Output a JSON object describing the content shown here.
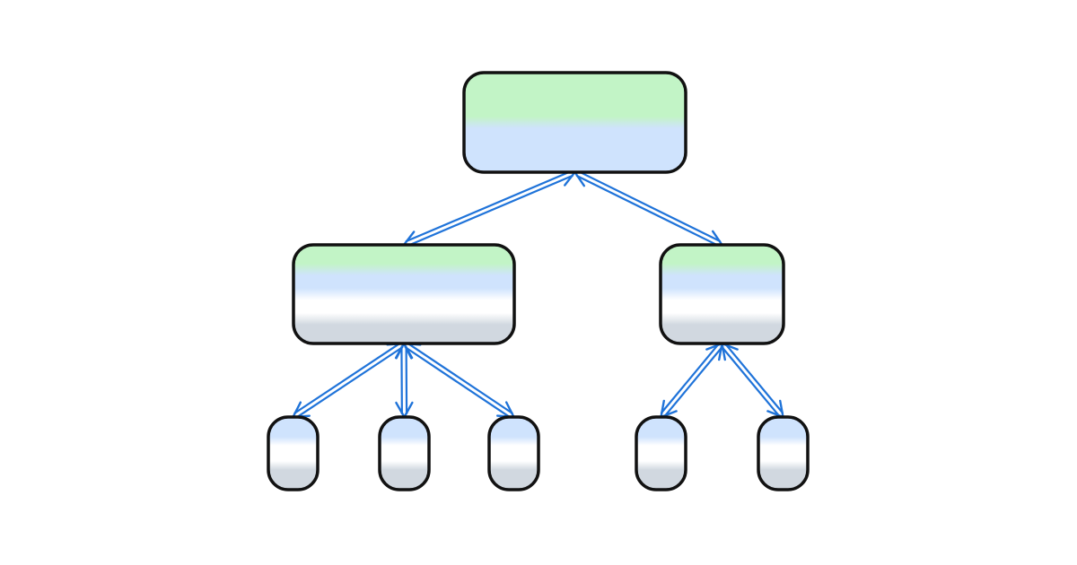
{
  "colors": {
    "background": "#ffffff",
    "node_border": "#111111",
    "edge": "#1f73d9",
    "band_green": "#c2f4c6",
    "band_blue": "#cfe3fd",
    "band_white": "#ffffff",
    "band_gray": "#d1d8e0"
  },
  "diagram": {
    "type": "tree",
    "nodes": [
      {
        "id": "root",
        "level": 0,
        "parent": null,
        "label": "",
        "bands": [
          "green",
          "blue"
        ]
      },
      {
        "id": "left",
        "level": 1,
        "parent": "root",
        "label": "",
        "bands": [
          "green",
          "blue",
          "white",
          "gray"
        ]
      },
      {
        "id": "right",
        "level": 1,
        "parent": "root",
        "label": "",
        "bands": [
          "green",
          "blue",
          "white",
          "gray"
        ]
      },
      {
        "id": "left-1",
        "level": 2,
        "parent": "left",
        "label": "",
        "bands": [
          "blue",
          "white",
          "gray"
        ]
      },
      {
        "id": "left-2",
        "level": 2,
        "parent": "left",
        "label": "",
        "bands": [
          "blue",
          "white",
          "gray"
        ]
      },
      {
        "id": "left-3",
        "level": 2,
        "parent": "left",
        "label": "",
        "bands": [
          "blue",
          "white",
          "gray"
        ]
      },
      {
        "id": "right-1",
        "level": 2,
        "parent": "right",
        "label": "",
        "bands": [
          "blue",
          "white",
          "gray"
        ]
      },
      {
        "id": "right-2",
        "level": 2,
        "parent": "right",
        "label": "",
        "bands": [
          "blue",
          "white",
          "gray"
        ]
      }
    ],
    "edges": [
      {
        "from": "root",
        "to": "left",
        "style": "double-arrow"
      },
      {
        "from": "root",
        "to": "right",
        "style": "double-arrow"
      },
      {
        "from": "left",
        "to": "left-1",
        "style": "double-arrow"
      },
      {
        "from": "left",
        "to": "left-2",
        "style": "double-arrow"
      },
      {
        "from": "left",
        "to": "left-3",
        "style": "double-arrow"
      },
      {
        "from": "right",
        "to": "right-1",
        "style": "double-arrow"
      },
      {
        "from": "right",
        "to": "right-2",
        "style": "double-arrow"
      }
    ]
  }
}
